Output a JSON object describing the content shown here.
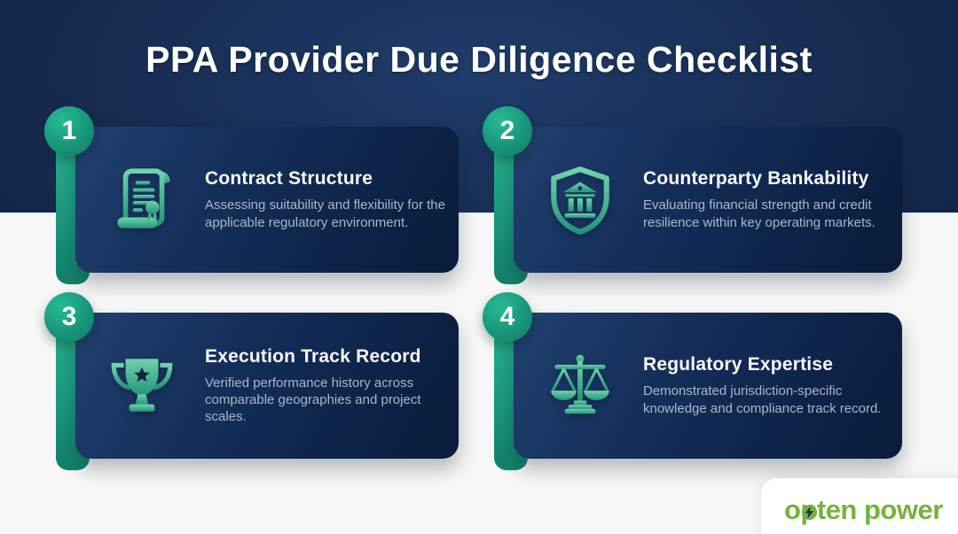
{
  "page": {
    "title": "PPA Provider Due Diligence Checklist"
  },
  "cards": [
    {
      "number": "1",
      "title": "Contract Structure",
      "description": "Assessing suitability and flexibility for the applicable regulatory environment.",
      "icon": "contract-scroll-icon"
    },
    {
      "number": "2",
      "title": "Counterparty Bankability",
      "description": "Evaluating financial strength and credit resilience within key operating markets.",
      "icon": "bank-shield-icon"
    },
    {
      "number": "3",
      "title": "Execution Track Record",
      "description": "Verified performance history across comparable geographies and project scales.",
      "icon": "trophy-star-icon"
    },
    {
      "number": "4",
      "title": "Regulatory Expertise",
      "description": "Demonstrated jurisdiction-specific knowledge and compliance track record.",
      "icon": "justice-scales-icon"
    }
  ],
  "logo": {
    "text": "opten power",
    "bolt_icon": "lightning-bolt-icon"
  },
  "colors": {
    "header_navy": "#16294d",
    "card_navy_light": "#20416f",
    "card_navy_dark": "#0a1c3a",
    "accent_teal": "#1d9e82",
    "badge_teal": "#169176",
    "icon_mint": "#6fd3ab",
    "icon_teal": "#23947c",
    "title_white": "#ffffff",
    "description_gray": "#a9b7c9",
    "background_white": "#f6f7f6",
    "logo_green": "#76b23f",
    "logo_bolt_navy": "#1d3057"
  }
}
